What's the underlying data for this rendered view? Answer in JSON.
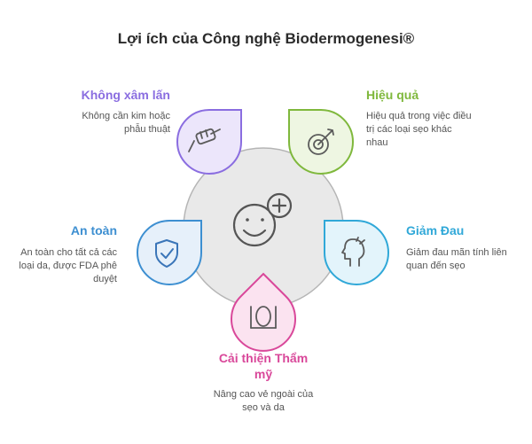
{
  "title": "Lợi ích của Công nghệ Biodermogenesi®",
  "colors": {
    "purple": "#8a6de0",
    "green": "#7fb83c",
    "blue": "#3d8fd1",
    "cyan": "#30a8d8",
    "pink": "#d9489a",
    "center_fill": "#e9e9e9",
    "center_stroke": "#b5b5b5"
  },
  "items": [
    {
      "key": "purple",
      "label": "Không xâm lấn",
      "desc_lines": [
        "Không cần kim hoặc",
        "phẫu thuật"
      ],
      "icon": "fist-icon"
    },
    {
      "key": "green",
      "label": "Hiệu quả",
      "desc_lines": [
        "Hiệu quả trong việc điều",
        "trị các loại sẹo khác",
        "nhau"
      ],
      "icon": "target-icon"
    },
    {
      "key": "blue",
      "label": "An toàn",
      "desc_lines": [
        "An toàn cho tất cả các",
        "loại da, được FDA phê",
        "duyệt"
      ],
      "icon": "shield-check-icon"
    },
    {
      "key": "cyan",
      "label": "Giảm Đau",
      "desc_lines": [
        "Giảm đau mãn tính liên",
        "quan đến sẹo"
      ],
      "icon": "head-pain-icon"
    },
    {
      "key": "pink",
      "label_lines": [
        "Cải thiện Thẩm",
        "mỹ"
      ],
      "desc_lines": [
        "Nâng cao vẻ ngoài của",
        "sẹo và da"
      ],
      "icon": "mirror-icon"
    }
  ],
  "center_icon": "smile-plus-icon"
}
